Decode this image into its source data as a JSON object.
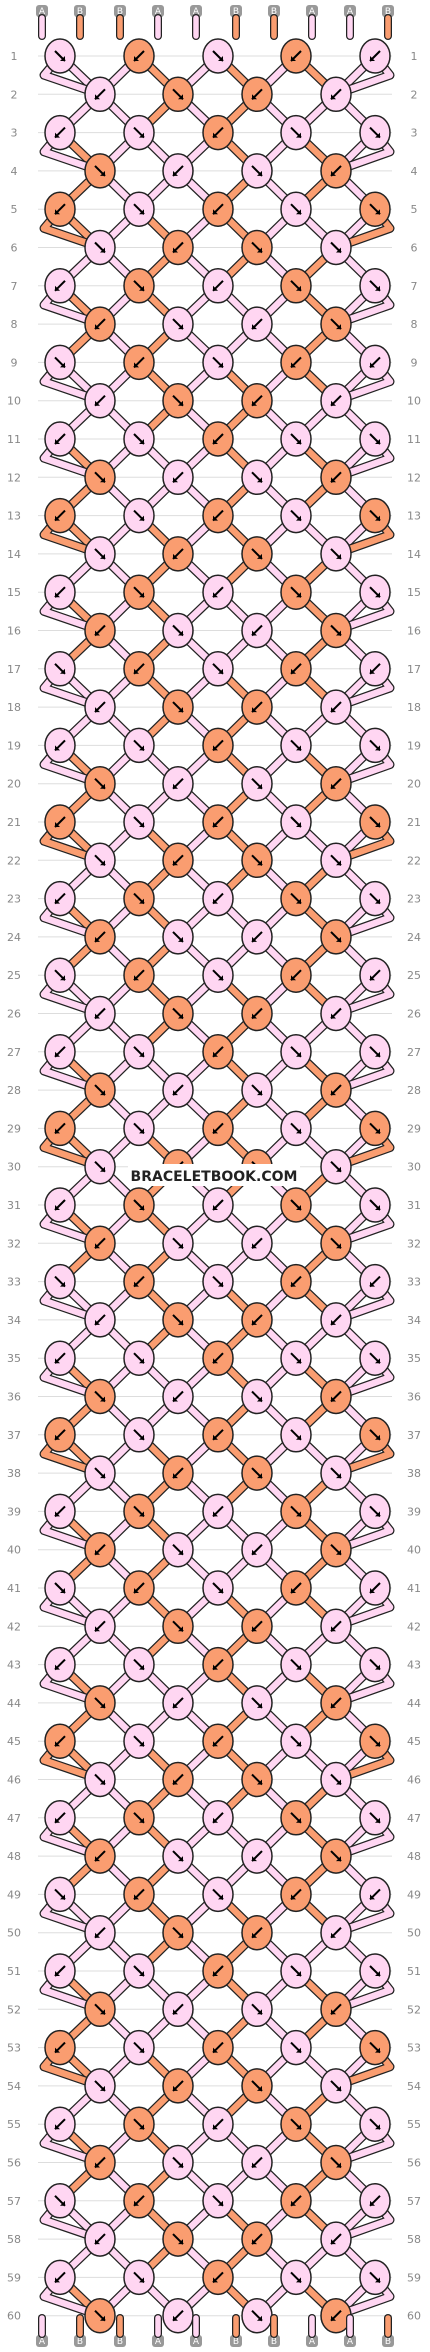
{
  "colors": {
    "A": "#ffd6f2",
    "B": "#fa9d70",
    "outline": "#222222",
    "grid": "#dddddd",
    "label_bg": "#999999"
  },
  "strands_top": [
    "A",
    "B",
    "B",
    "A",
    "A",
    "B",
    "B",
    "A",
    "A",
    "B"
  ],
  "strands_bottom": [
    "A",
    "B",
    "B",
    "A",
    "A",
    "B",
    "B",
    "A",
    "A",
    "B"
  ],
  "row_count": 60,
  "row_labels": [
    "1",
    "2",
    "3",
    "4",
    "5",
    "6",
    "7",
    "8",
    "9",
    "10",
    "11",
    "12",
    "13",
    "14",
    "15",
    "16",
    "17",
    "18",
    "19",
    "20",
    "21",
    "22",
    "23",
    "24",
    "25",
    "26",
    "27",
    "28",
    "29",
    "30",
    "31",
    "32",
    "33",
    "34",
    "35",
    "36",
    "37",
    "38",
    "39",
    "40",
    "41",
    "42",
    "43",
    "44",
    "45",
    "46",
    "47",
    "48",
    "49",
    "50",
    "51",
    "52",
    "53",
    "54",
    "55",
    "56",
    "57",
    "58",
    "59",
    "60"
  ],
  "watermark": "BRACELETBOOK.COM",
  "pattern": {
    "odd_row_cols": 5,
    "even_row_cols": 4,
    "cycle_rows": [
      [
        {
          "c": "A",
          "d": "br"
        },
        {
          "c": "B",
          "d": "bl"
        },
        {
          "c": "A",
          "d": "br"
        },
        {
          "c": "B",
          "d": "bl"
        },
        {
          "c": "A",
          "d": "bl"
        }
      ],
      [
        {
          "c": "A",
          "d": "bl"
        },
        {
          "c": "B",
          "d": "br"
        },
        {
          "c": "B",
          "d": "bl"
        },
        {
          "c": "A",
          "d": "bl"
        }
      ],
      [
        {
          "c": "A",
          "d": "bl"
        },
        {
          "c": "A",
          "d": "br"
        },
        {
          "c": "B",
          "d": "bl"
        },
        {
          "c": "A",
          "d": "br"
        },
        {
          "c": "A",
          "d": "br"
        }
      ],
      [
        {
          "c": "B",
          "d": "br"
        },
        {
          "c": "A",
          "d": "bl"
        },
        {
          "c": "A",
          "d": "br"
        },
        {
          "c": "B",
          "d": "bl"
        }
      ],
      [
        {
          "c": "B",
          "d": "bl"
        },
        {
          "c": "A",
          "d": "br"
        },
        {
          "c": "B",
          "d": "bl"
        },
        {
          "c": "A",
          "d": "br"
        },
        {
          "c": "B",
          "d": "br"
        }
      ],
      [
        {
          "c": "A",
          "d": "br"
        },
        {
          "c": "B",
          "d": "bl"
        },
        {
          "c": "B",
          "d": "br"
        },
        {
          "c": "A",
          "d": "br"
        }
      ],
      [
        {
          "c": "A",
          "d": "bl"
        },
        {
          "c": "B",
          "d": "br"
        },
        {
          "c": "A",
          "d": "bl"
        },
        {
          "c": "B",
          "d": "br"
        },
        {
          "c": "A",
          "d": "br"
        }
      ],
      [
        {
          "c": "B",
          "d": "bl"
        },
        {
          "c": "A",
          "d": "br"
        },
        {
          "c": "A",
          "d": "bl"
        },
        {
          "c": "B",
          "d": "br"
        }
      ]
    ]
  }
}
